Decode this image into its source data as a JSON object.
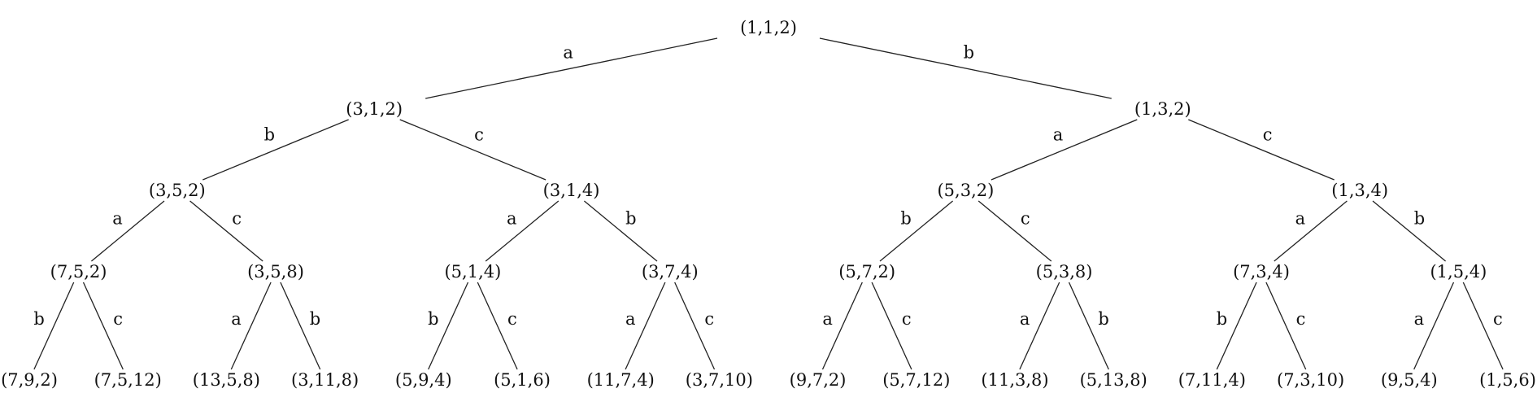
{
  "tree": {
    "root": "r",
    "nodes": {
      "r": "(1,1,2)",
      "A": "(3,1,2)",
      "B": "(1,3,2)",
      "Ab": "(3,5,2)",
      "Ac": "(3,1,4)",
      "Ba": "(5,3,2)",
      "Bc": "(1,3,4)",
      "Aba": "(7,5,2)",
      "Abc": "(3,5,8)",
      "Aca": "(5,1,4)",
      "Acb": "(3,7,4)",
      "Bab": "(5,7,2)",
      "Bac": "(5,3,8)",
      "Bca": "(7,3,4)",
      "Bcb": "(1,5,4)",
      "Abab": "(7,9,2)",
      "Abac": "(7,5,12)",
      "Abca": "(13,5,8)",
      "Abcb": "(3,11,8)",
      "Acab": "(5,9,4)",
      "Acac": "(5,1,6)",
      "Acba": "(11,7,4)",
      "Acbc": "(3,7,10)",
      "Baba": "(9,7,2)",
      "Babc": "(5,7,12)",
      "Baca": "(11,3,8)",
      "Bacb": "(5,13,8)",
      "Bcab": "(7,11,4)",
      "Bcac": "(7,3,10)",
      "Bcba": "(9,5,4)",
      "Bcbc": "(1,5,6)"
    },
    "edges": [
      {
        "from": "r",
        "to": "A",
        "label": "a"
      },
      {
        "from": "r",
        "to": "B",
        "label": "b"
      },
      {
        "from": "A",
        "to": "Ab",
        "label": "b"
      },
      {
        "from": "A",
        "to": "Ac",
        "label": "c"
      },
      {
        "from": "B",
        "to": "Ba",
        "label": "a"
      },
      {
        "from": "B",
        "to": "Bc",
        "label": "c"
      },
      {
        "from": "Ab",
        "to": "Aba",
        "label": "a"
      },
      {
        "from": "Ab",
        "to": "Abc",
        "label": "c"
      },
      {
        "from": "Ac",
        "to": "Aca",
        "label": "a"
      },
      {
        "from": "Ac",
        "to": "Acb",
        "label": "b"
      },
      {
        "from": "Ba",
        "to": "Bab",
        "label": "b"
      },
      {
        "from": "Ba",
        "to": "Bac",
        "label": "c"
      },
      {
        "from": "Bc",
        "to": "Bca",
        "label": "a"
      },
      {
        "from": "Bc",
        "to": "Bcb",
        "label": "b"
      },
      {
        "from": "Aba",
        "to": "Abab",
        "label": "b"
      },
      {
        "from": "Aba",
        "to": "Abac",
        "label": "c"
      },
      {
        "from": "Abc",
        "to": "Abca",
        "label": "a"
      },
      {
        "from": "Abc",
        "to": "Abcb",
        "label": "b"
      },
      {
        "from": "Aca",
        "to": "Acab",
        "label": "b"
      },
      {
        "from": "Aca",
        "to": "Acac",
        "label": "c"
      },
      {
        "from": "Acb",
        "to": "Acba",
        "label": "a"
      },
      {
        "from": "Acb",
        "to": "Acbc",
        "label": "c"
      },
      {
        "from": "Bab",
        "to": "Baba",
        "label": "a"
      },
      {
        "from": "Bab",
        "to": "Babc",
        "label": "c"
      },
      {
        "from": "Bac",
        "to": "Baca",
        "label": "a"
      },
      {
        "from": "Bac",
        "to": "Bacb",
        "label": "b"
      },
      {
        "from": "Bca",
        "to": "Bcab",
        "label": "b"
      },
      {
        "from": "Bca",
        "to": "Bcac",
        "label": "c"
      },
      {
        "from": "Bcb",
        "to": "Bcba",
        "label": "a"
      },
      {
        "from": "Bcb",
        "to": "Bcbc",
        "label": "c"
      }
    ]
  }
}
